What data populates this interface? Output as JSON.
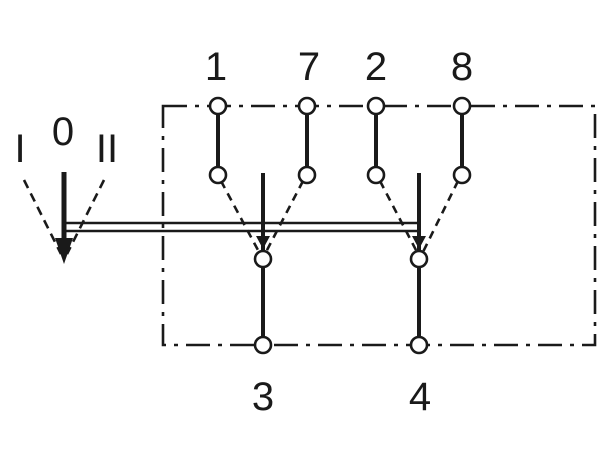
{
  "switch": {
    "positions": {
      "left": "I",
      "center": "0",
      "right": "II"
    },
    "terminals": {
      "t1": "1",
      "t7": "7",
      "t2": "2",
      "t8": "8",
      "t3": "3",
      "t4": "4"
    }
  },
  "colors": {
    "ink": "#1a1a1a",
    "background": "#ffffff"
  }
}
